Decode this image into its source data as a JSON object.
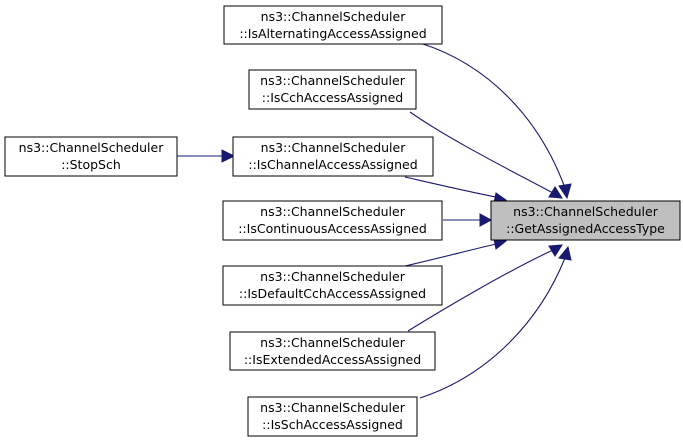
{
  "nodes": {
    "target": {
      "line1": "ns3::ChannelScheduler",
      "line2": "::GetAssignedAccessType"
    },
    "is_alternating": {
      "line1": "ns3::ChannelScheduler",
      "line2": "::IsAlternatingAccessAssigned"
    },
    "is_cch": {
      "line1": "ns3::ChannelScheduler",
      "line2": "::IsCchAccessAssigned"
    },
    "is_channel": {
      "line1": "ns3::ChannelScheduler",
      "line2": "::IsChannelAccessAssigned"
    },
    "is_continuous": {
      "line1": "ns3::ChannelScheduler",
      "line2": "::IsContinuousAccessAssigned"
    },
    "is_default_cch": {
      "line1": "ns3::ChannelScheduler",
      "line2": "::IsDefaultCchAccessAssigned"
    },
    "is_extended": {
      "line1": "ns3::ChannelScheduler",
      "line2": "::IsExtendedAccessAssigned"
    },
    "is_sch": {
      "line1": "ns3::ChannelScheduler",
      "line2": "::IsSchAccessAssigned"
    },
    "stop_sch": {
      "line1": "ns3::ChannelScheduler",
      "line2": "::StopSch"
    }
  },
  "colors": {
    "edge": "#191970",
    "target_fill": "#bfbfbf",
    "node_fill": "#ffffff",
    "node_border": "#000000"
  }
}
